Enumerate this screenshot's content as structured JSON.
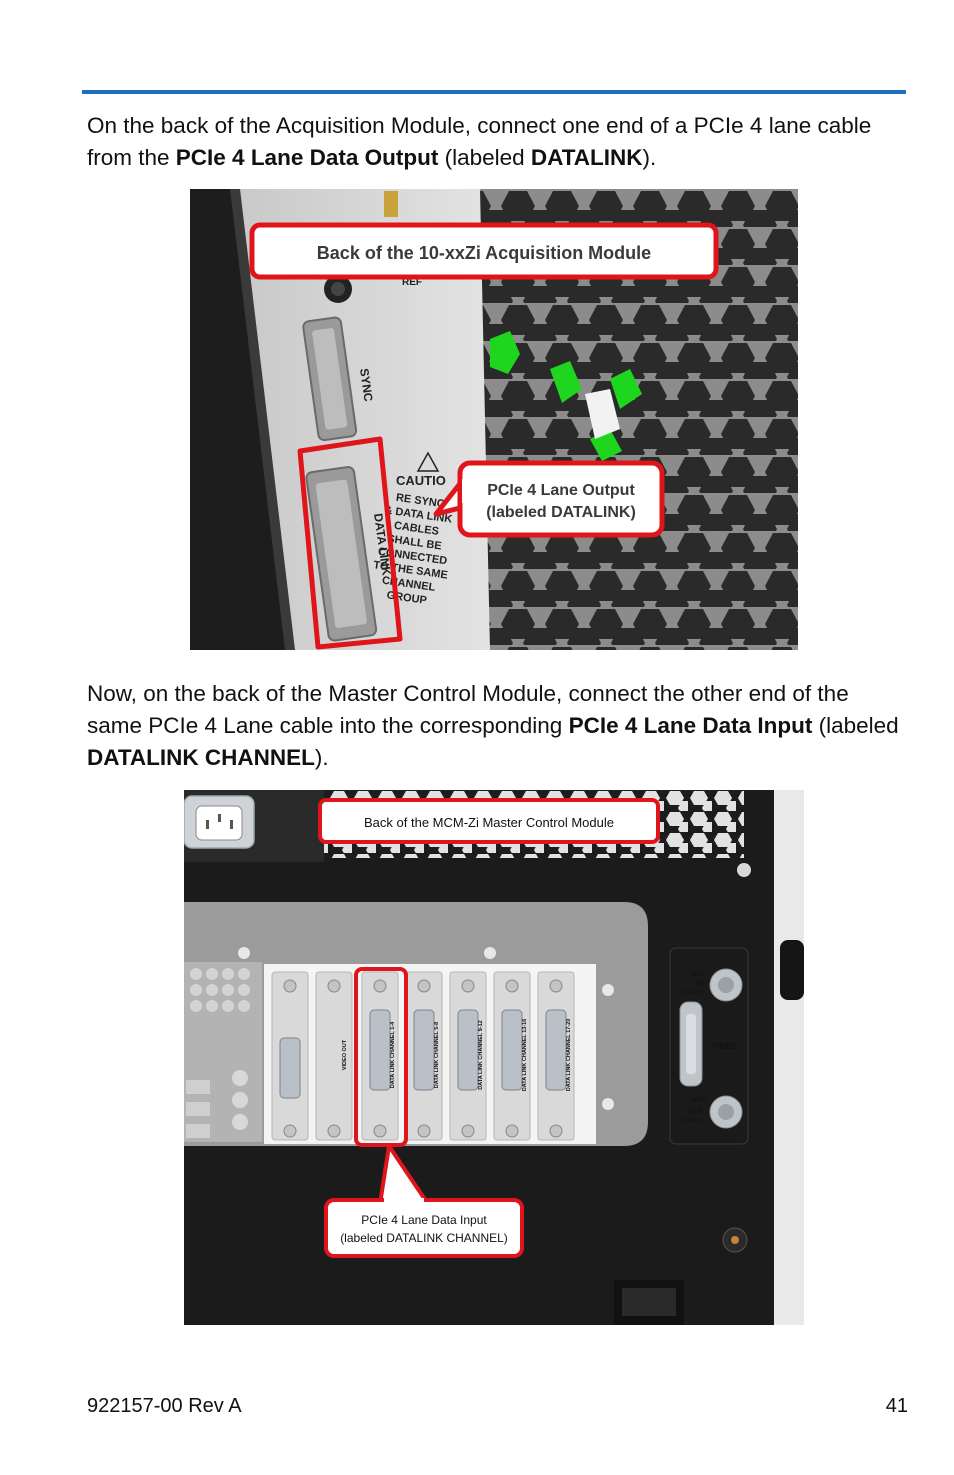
{
  "page": {
    "para1": {
      "t1": "On the back of the Acquisition Module, connect one end of a PCIe 4 lane cable from the ",
      "b1": "PCIe 4 Lane Data Output",
      "t2": " (labeled ",
      "b2": "DATALINK",
      "t3": ")."
    },
    "para2": {
      "t1": "Now, on the back of the Master Control Module, connect the other end of the same PCIe 4 Lane cable into the corresponding ",
      "b1": "PCIe 4 Lane Data Input",
      "t2": " (labeled ",
      "b2": "DATALINK CHANNEL",
      "t3": ")."
    },
    "footer": {
      "doc_id": "922157-00 Rev A",
      "page_number": "41"
    }
  },
  "figure1": {
    "callout_title": "Back of the 10-xxZi Acquisition Module",
    "callout_output_line1": "PCIe 4 Lane Output",
    "callout_output_line2": "(labeled DATALINK)",
    "label_sync": "SYNC",
    "label_data_link": "DATA LINK",
    "label_ref": "REF",
    "caution_title": "CAUTIO",
    "caution_lines": [
      "RE SYNC",
      "& DATA LINK",
      "CABLES",
      "SHALL BE",
      "CONNECTED",
      "TO THE SAME",
      "CHANNEL",
      "GROUP"
    ],
    "accent_red": "#e0151b",
    "fan_green": "#1fd61f"
  },
  "figure2": {
    "callout_title": "Back of the MCM-Zi Master Control Module",
    "callout_input_line1": "PCIe 4 Lane Data Input",
    "callout_input_line2": "(labeled DATALINK CHANNEL)",
    "slot_labels": [
      "VIDEO OUT",
      "DATA LINK CHANNEL 1-4",
      "DATA LINK CHANNEL 5-8",
      "DATA LINK CHANNEL 9-12",
      "DATA LINK CHANNEL 13-16",
      "DATA LINK CHANNEL 17-20"
    ],
    "ref_in_label": "REF",
    "ref_in_sub": "IN",
    "ref_in_freq": "10 MHz",
    "video_label": "VIDEO",
    "ref_out_label": "REF",
    "ref_out_sub": "OUT",
    "ref_out_freq": "10 MHz",
    "accent_red": "#e0151b"
  }
}
